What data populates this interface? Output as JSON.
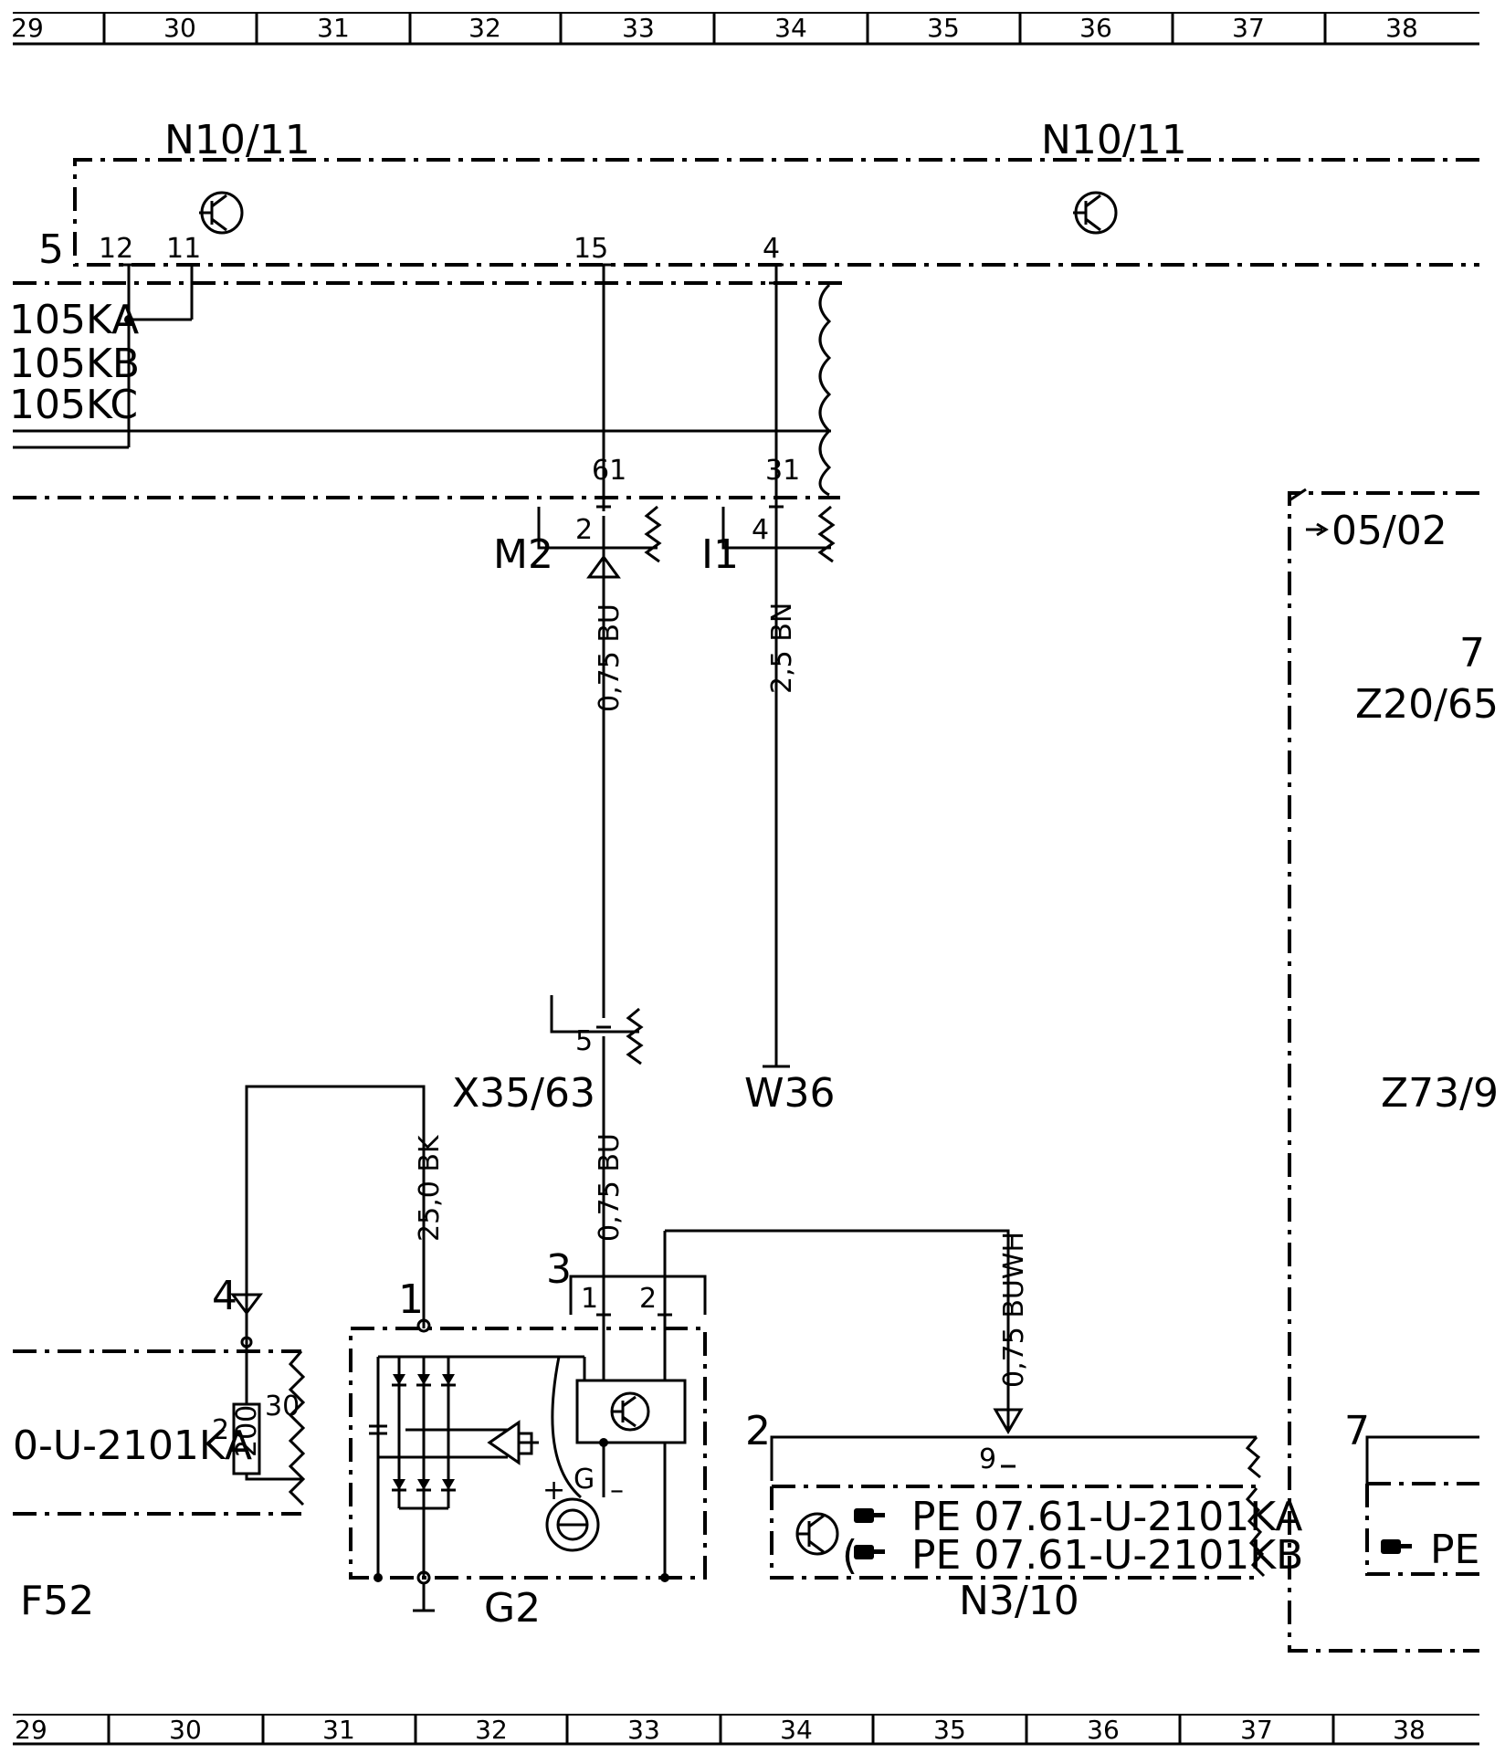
{
  "grid_top": [
    "29",
    "30",
    "31",
    "32",
    "33",
    "34",
    "35",
    "36",
    "37",
    "38"
  ],
  "grid_bottom": [
    "29",
    "30",
    "31",
    "32",
    "33",
    "34",
    "35",
    "36",
    "37",
    "38"
  ],
  "components": {
    "n10_11_left": "N10/11",
    "n10_11_right": "N10/11",
    "m2": "M2",
    "i1": "I1",
    "x35_63": "X35/63",
    "w36": "W36",
    "g2": "G2",
    "n3_10": "N3/10",
    "f52": "F52",
    "z20_65": "Z20/65",
    "z73": "Z73/9",
    "ref_0502": "05/02"
  },
  "codes": {
    "code_ka": "105KA",
    "code_kb": "105KB",
    "code_kc": "105KC",
    "f52_ref": "0-U-2101KA",
    "f52_sup": "2",
    "pe_line1": "PE  07.61-U-2101KA",
    "pe_line2": "PE  07.61-U-2101KB",
    "pe_right": "PE",
    "resistor_value": "200"
  },
  "pins": {
    "p5": "5",
    "p12": "12",
    "p11": "11",
    "p15": "15",
    "p4": "4",
    "p61": "61",
    "p31": "31",
    "m2_pin": "2",
    "i1_pin": "4",
    "x35_pin": "5",
    "g2_pin1": "1",
    "conn3": "3",
    "conn3_pin1": "1",
    "conn3_pin2": "2",
    "n3_conn": "2",
    "n3_pin": "9",
    "f52_pin": "4",
    "f52_pin30": "30",
    "z_pin7_top": "7",
    "z_pin7": "7",
    "g_label": "G",
    "plus": "+",
    "minus": "–"
  },
  "wires": {
    "w_bu_top": "0,75  BU",
    "w_bn": "2,5  BN",
    "w_bk": "25,0  BK",
    "w_bu_bottom": "0,75  BU",
    "w_buwh": "0,75  BUWH"
  }
}
